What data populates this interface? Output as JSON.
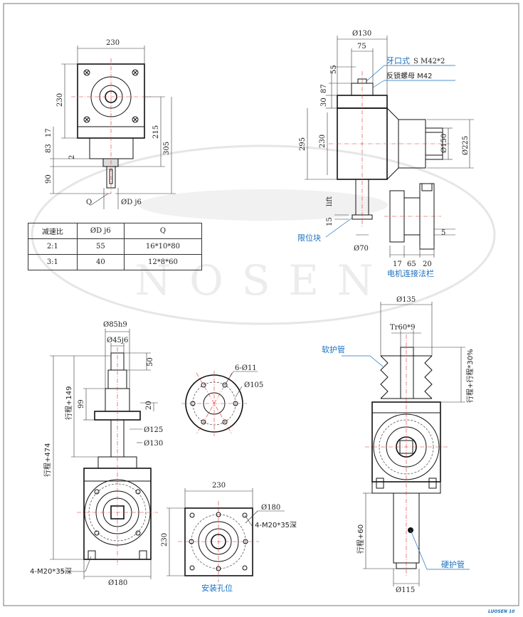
{
  "watermark": "NOSEN",
  "corner_mark": "LUOSEN 10",
  "table": {
    "headers": [
      "减速比",
      "ØD j6",
      "Q"
    ],
    "rows": [
      [
        "2:1",
        "55",
        "16*10*80"
      ],
      [
        "3:1",
        "40",
        "12*8*60"
      ]
    ]
  },
  "views": {
    "front": {
      "dims": {
        "width": "230",
        "height": "230",
        "d17": "17",
        "d83": "83",
        "d2": "2",
        "d90": "90",
        "d215": "215",
        "d305": "305",
        "q": "Q",
        "od": "ØD j6"
      }
    },
    "side": {
      "dims": {
        "d130": "Ø130",
        "d75": "75",
        "d55": "55",
        "d30": "30",
        "d87": "87",
        "d295": "295",
        "d230": "230",
        "d150": "Ø150",
        "d225": "Ø225",
        "lift": "lift",
        "d15": "15",
        "d70": "Ø70",
        "d17": "17",
        "d65": "65",
        "d20": "20",
        "d5": "5"
      },
      "callouts": {
        "tooth_prefix": "牙口式",
        "tooth_spec": "S M42*2",
        "locknut": "反锁螺母 M42",
        "limit_block": "限位块",
        "motor_flange": "电机连接法栏"
      }
    },
    "lift_view": {
      "dims": {
        "d85": "Ø85h9",
        "d45": "Ø45j6",
        "d50": "50",
        "stroke149": "行程+149",
        "d99": "99",
        "d20": "20",
        "d125": "Ø125",
        "d130": "Ø130",
        "stroke474": "行程+474",
        "mount": "4-M20*35深",
        "d180": "Ø180"
      }
    },
    "flange": {
      "dims": {
        "holes": "6-Ø11",
        "d105": "Ø105"
      }
    },
    "mount_holes": {
      "dims": {
        "width": "230",
        "height": "230",
        "d180": "Ø180",
        "mount": "4-M20*35深"
      },
      "caption": "安装孔位"
    },
    "screw_view": {
      "dims": {
        "d135": "Ø135",
        "tr": "Tr60*9",
        "stroke30": "行程+行程*30%",
        "stroke60": "行程+60",
        "d115": "Ø115"
      },
      "callouts": {
        "soft_cover": "软护管",
        "hard_cover": "硬护管"
      }
    }
  }
}
